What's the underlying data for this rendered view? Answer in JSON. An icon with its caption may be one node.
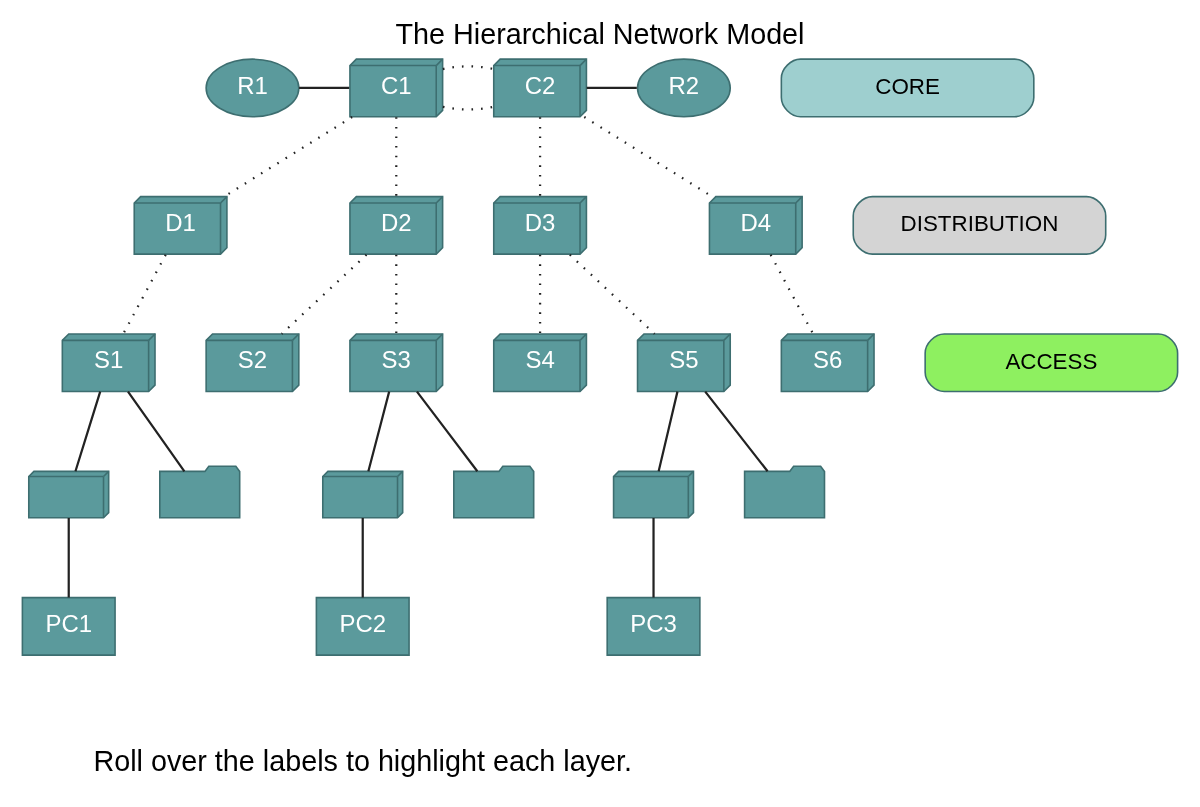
{
  "diagram": {
    "title": "The Hierarchical Network Model",
    "caption": "Roll over the labels to highlight each layer.",
    "nodes": [
      {
        "text": [
          "R1"
        ]
      },
      {
        "text": [
          "C1"
        ]
      },
      {
        "text": [
          "C2"
        ]
      },
      {
        "text": [
          "R2"
        ]
      },
      {
        "text": [
          "CORE"
        ]
      },
      {
        "text": [
          "D1"
        ]
      },
      {
        "text": [
          "D2"
        ]
      },
      {
        "text": [
          "D3"
        ]
      },
      {
        "text": [
          "D4"
        ]
      },
      {
        "text": [
          "DISTRIBUTION"
        ]
      },
      {
        "text": [
          "S1"
        ]
      },
      {
        "text": [
          "S2"
        ]
      },
      {
        "text": [
          "S3"
        ]
      },
      {
        "text": [
          "S4"
        ]
      },
      {
        "text": [
          "S5"
        ]
      },
      {
        "text": [
          "S6"
        ]
      },
      {
        "text": [
          "ACCESS"
        ]
      },
      {
        "text": [],
        "shape": "phone"
      },
      {
        "text": [],
        "shape": "printer"
      },
      {
        "text": [],
        "shape": "phone"
      },
      {
        "text": [],
        "shape": "printer"
      },
      {
        "text": [],
        "shape": "phone"
      },
      {
        "text": [],
        "shape": "printer"
      },
      {
        "text": [
          "PC1"
        ]
      },
      {
        "text": [
          "PC2"
        ]
      },
      {
        "text": [
          "PC3"
        ]
      }
    ],
    "edges": [
      {
        "from": 0,
        "to": 1,
        "arrow": "none"
      },
      {
        "from": 1,
        "to": 2,
        "arrow": "none",
        "style": "dashed"
      },
      {
        "from": 1,
        "to": 2,
        "arrow": "none",
        "style": "dashed"
      },
      {
        "from": 2,
        "to": 3,
        "arrow": "none"
      },
      {
        "from": 1,
        "to": 5,
        "arrow": "none",
        "style": "dashed"
      },
      {
        "from": 1,
        "to": 6,
        "arrow": "none",
        "style": "dashed"
      },
      {
        "from": 2,
        "to": 7,
        "arrow": "none",
        "style": "dashed"
      },
      {
        "from": 2,
        "to": 8,
        "arrow": "none",
        "style": "dashed"
      },
      {
        "from": 5,
        "to": 10,
        "arrow": "none",
        "style": "dashed"
      },
      {
        "from": 6,
        "to": 11,
        "arrow": "none",
        "style": "dashed"
      },
      {
        "from": 6,
        "to": 12,
        "arrow": "none",
        "style": "dashed"
      },
      {
        "from": 7,
        "to": 13,
        "arrow": "none",
        "style": "dashed"
      },
      {
        "from": 7,
        "to": 14,
        "arrow": "none",
        "style": "dashed"
      },
      {
        "from": 8,
        "to": 15,
        "arrow": "none",
        "style": "dashed"
      },
      {
        "from": 10,
        "to": 17,
        "arrow": "none"
      },
      {
        "from": 10,
        "to": 18,
        "arrow": "none"
      },
      {
        "from": 17,
        "to": 23,
        "arrow": "none"
      },
      {
        "from": 12,
        "to": 19,
        "arrow": "none"
      },
      {
        "from": 12,
        "to": 20,
        "arrow": "none"
      },
      {
        "from": 19,
        "to": 24,
        "arrow": "none"
      },
      {
        "from": 14,
        "to": 21,
        "arrow": "none"
      },
      {
        "from": 14,
        "to": 22,
        "arrow": "none"
      },
      {
        "from": 21,
        "to": 25,
        "arrow": "none"
      }
    ]
  }
}
